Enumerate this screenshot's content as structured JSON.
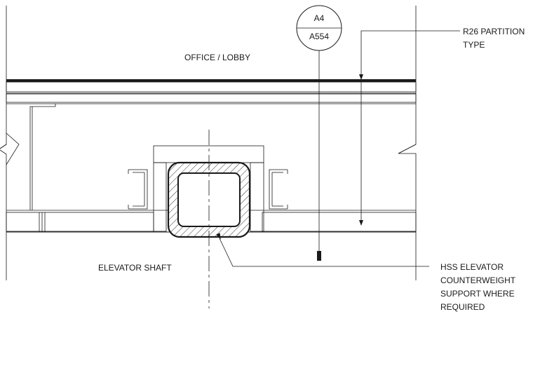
{
  "labels": {
    "room_upper": "OFFICE / LOBBY",
    "room_lower": "ELEVATOR SHAFT",
    "note_partition_line1": "R26 PARTITION",
    "note_partition_line2": "TYPE",
    "note_hss_line1": "HSS ELEVATOR",
    "note_hss_line2": "COUNTERWEIGHT",
    "note_hss_line3": "SUPPORT WHERE",
    "note_hss_line4": "REQUIRED"
  },
  "section_marker": {
    "detail": "A4",
    "sheet": "A554"
  },
  "colors": {
    "line": "#1a1a1a",
    "background": "#ffffff"
  }
}
